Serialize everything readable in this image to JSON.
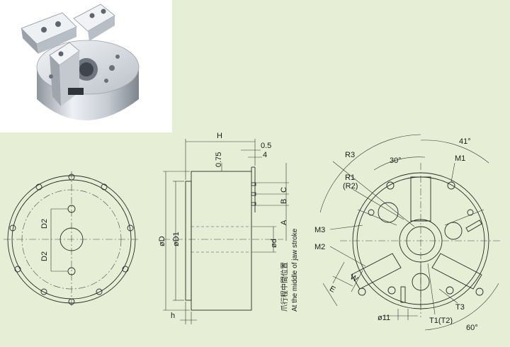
{
  "labels": {
    "H": "H",
    "dim_05": "0.5",
    "dim_4": "4",
    "dim_075": "0.75",
    "C": "C",
    "B": "B",
    "A": "A",
    "D": "øD",
    "D1": "øD1",
    "d": "ød",
    "h": "h",
    "D2_top": "D2",
    "D2_bottom": "D2",
    "R3": "R3",
    "R1": "R1",
    "R2": "(R2)",
    "angle_30": "30°",
    "angle_41": "41°",
    "angle_60": "60°",
    "M1": "M1",
    "M2": "M2",
    "M3": "M3",
    "W": "W",
    "E": "E",
    "dia_11": "ø11",
    "T1T2": "T1(T2)",
    "T3": "T3",
    "note_cn": "爪行程中間位置",
    "note_en": "At the middle of jaw stroke"
  },
  "colors": {
    "background": "#e6efd6",
    "photo_background": "#ffffff",
    "metal_light": "#e9ecef",
    "metal_dark": "#a9b0b8"
  }
}
